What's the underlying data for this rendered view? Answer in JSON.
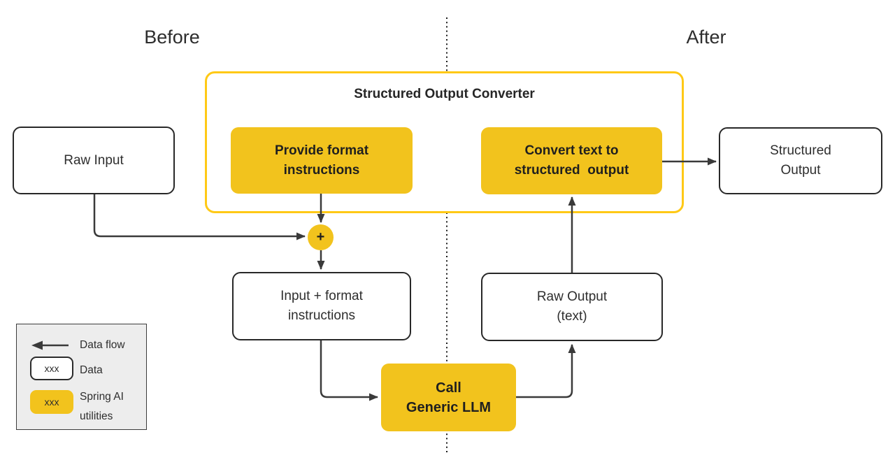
{
  "header": {
    "before": "Before",
    "after": "After"
  },
  "converter": {
    "title": "Structured Output Converter",
    "provide_format": {
      "line1": "Provide format",
      "line2": "instructions"
    },
    "convert_text": {
      "line1": "Convert text to",
      "line2": "structured  output"
    }
  },
  "nodes": {
    "raw_input": {
      "label": "Raw Input"
    },
    "structured_output": {
      "line1": "Structured",
      "line2": "Output"
    },
    "plus_junction": {
      "label": "+"
    },
    "input_format": {
      "line1": "Input + format",
      "line2": "instructions"
    },
    "raw_output": {
      "line1": "Raw Output",
      "line2": "(text)"
    },
    "call_llm": {
      "line1": "Call",
      "line2": "Generic LLM"
    }
  },
  "legend": {
    "data_flow": {
      "label": "Data flow"
    },
    "data": {
      "sample": "xxx",
      "label": "Data"
    },
    "spring_ai": {
      "sample": "xxx",
      "line1": "Spring AI",
      "line2": "utilities"
    }
  },
  "colors": {
    "accent_yellow": "#F2C31D",
    "container_border": "#FFC916",
    "connector": "#3A3A3A",
    "node_border": "#282828",
    "legend_bg": "#EDEDED",
    "text": "#2B2B2B"
  }
}
